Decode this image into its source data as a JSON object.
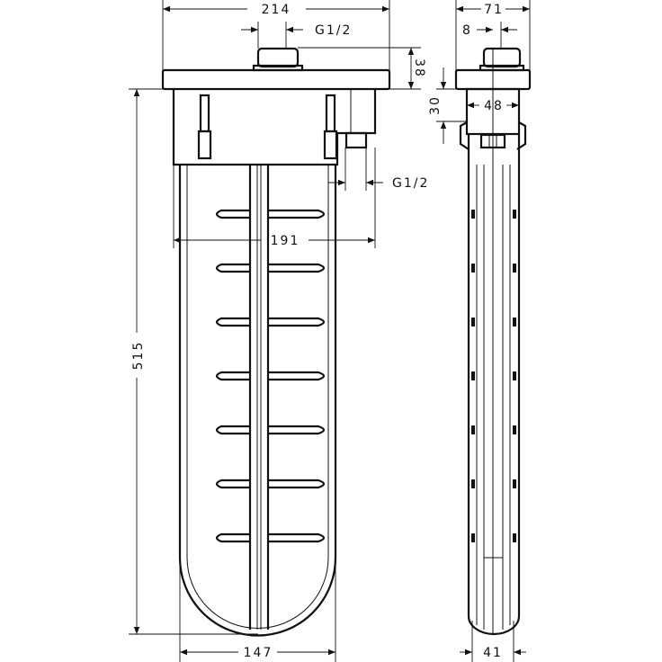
{
  "dimensions": {
    "front_width": "214",
    "top_thread": "G1/2",
    "top_height": "38",
    "side_thread": "G1/2",
    "inner_width": "191",
    "total_height": "515",
    "body_width": "147",
    "side_depth": "71",
    "side_offset": "8",
    "side_box_width": "48",
    "side_box_height": "30",
    "side_body_width": "41"
  }
}
